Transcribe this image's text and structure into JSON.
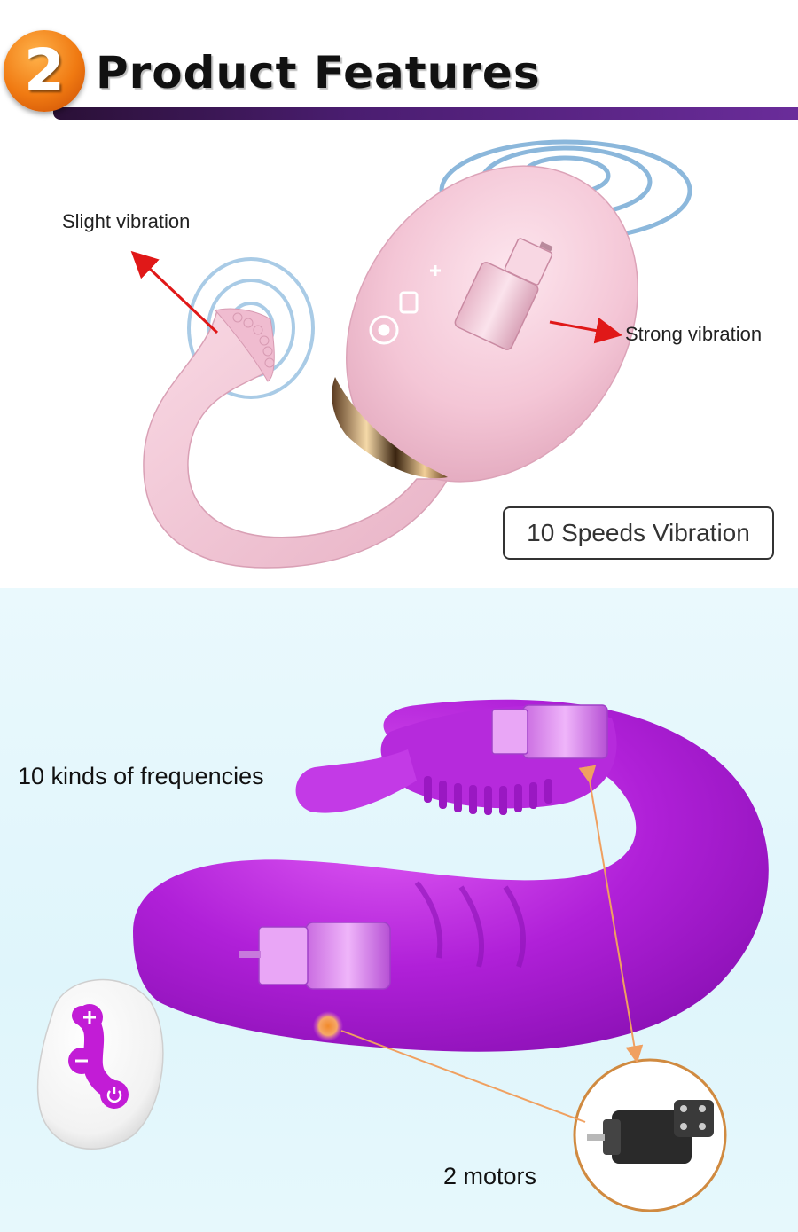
{
  "header": {
    "badge_number": "2",
    "title": "Product Features"
  },
  "section1": {
    "slight_label": "Slight vibration",
    "strong_label": "Strong vibration",
    "speeds_label": "10 Speeds Vibration"
  },
  "section2": {
    "frequencies_label": "10 kinds of frequencies",
    "motors_label": "2 motors"
  },
  "colors": {
    "badge": "#f07a12",
    "underline": "#4a1d70",
    "pink_device": "#f4c6d6",
    "purple_device": "#b020d8",
    "arrow_red": "#e01818",
    "pointer_orange": "#f0a060",
    "section2_bg": "#e4f7fc"
  },
  "icons": [
    "plus-icon",
    "minus-icon",
    "power-icon",
    "motor-icon",
    "vibration-waves-icon"
  ]
}
